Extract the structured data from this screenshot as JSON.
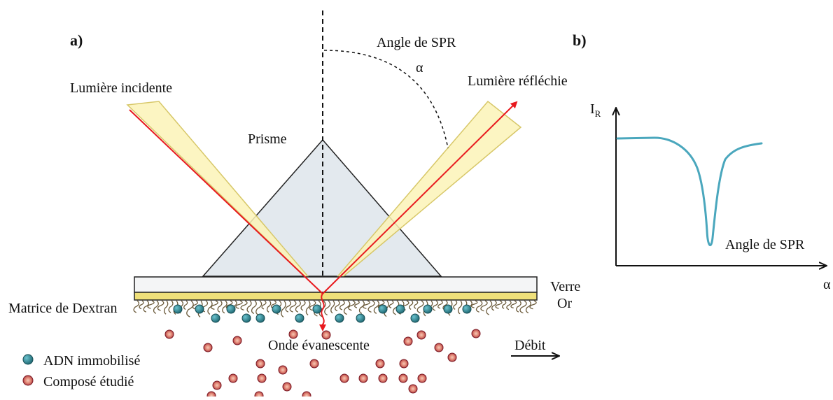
{
  "panel_a": {
    "letter": "a)",
    "labels": {
      "incident_light": "Lumière incidente",
      "spr_angle": "Angle de SPR",
      "alpha": "α",
      "reflected_light": "Lumière réfléchie",
      "prism": "Prisme",
      "glass": "Verre",
      "gold": "Or",
      "dextran_matrix": "Matrice de Dextran",
      "evanescent_wave": "Onde évanescente",
      "flow": "Débit"
    },
    "legend": [
      {
        "label": "ADN immobilisé",
        "color": "#2a7f8a"
      },
      {
        "label": "Composé étudié",
        "color": "#b0303a"
      }
    ]
  },
  "panel_b": {
    "letter": "b)",
    "y_axis_label_main": "I",
    "y_axis_label_sub": "R",
    "x_axis_label": "α",
    "dip_label": "Angle de SPR"
  },
  "colors": {
    "beam_fill": "#fbf3b7",
    "beam_stroke": "#d7c768",
    "ray": "#e8191e",
    "prism_fill": "#e3e9ee",
    "glass_fill": "#f4f5f6",
    "gold_fill": "#efe07a",
    "curve": "#4aa7bd",
    "dna": "#2a7f8a",
    "compound": "#b0303a",
    "dextran": "#6b5a3a"
  }
}
